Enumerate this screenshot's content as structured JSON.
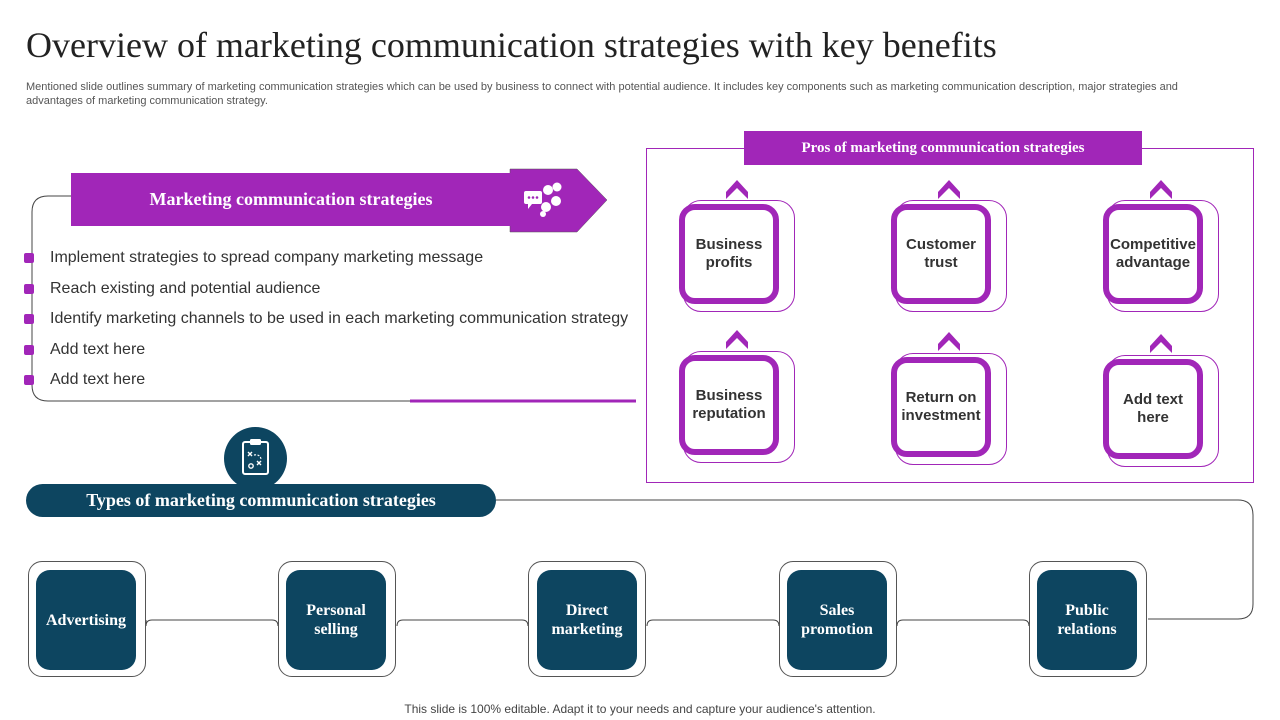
{
  "title": "Overview of marketing communication strategies with key benefits",
  "subtitle": "Mentioned slide outlines summary of marketing communication strategies which can be used by business to connect with potential audience. It includes key components such as marketing communication description, major strategies and advantages of marketing communication strategy.",
  "strategies": {
    "banner": "Marketing communication strategies",
    "icon": "chat-bubbles-icon",
    "bullets": [
      "Implement  strategies to spread company marketing message",
      "Reach existing and potential audience",
      "Identify  marketing channels  to be used in each marketing communication strategy",
      "Add text here",
      "Add text here"
    ]
  },
  "pros": {
    "title": "Pros of marketing communication strategies",
    "items": [
      "Business profits",
      "Customer trust",
      "Competitive advantage",
      "Business reputation",
      "Return on investment",
      "Add text here"
    ]
  },
  "types": {
    "banner": "Types of marketing communication strategies",
    "icon": "clipboard-strategy-icon",
    "items": [
      "Advertising",
      "Personal selling",
      "Direct marketing",
      "Sales promotion",
      "Public relations"
    ]
  },
  "footer": "This slide is 100% editable. Adapt it to your needs and capture your audience's attention.",
  "colors": {
    "purple": "#a126b8",
    "navy": "#0d4560"
  }
}
